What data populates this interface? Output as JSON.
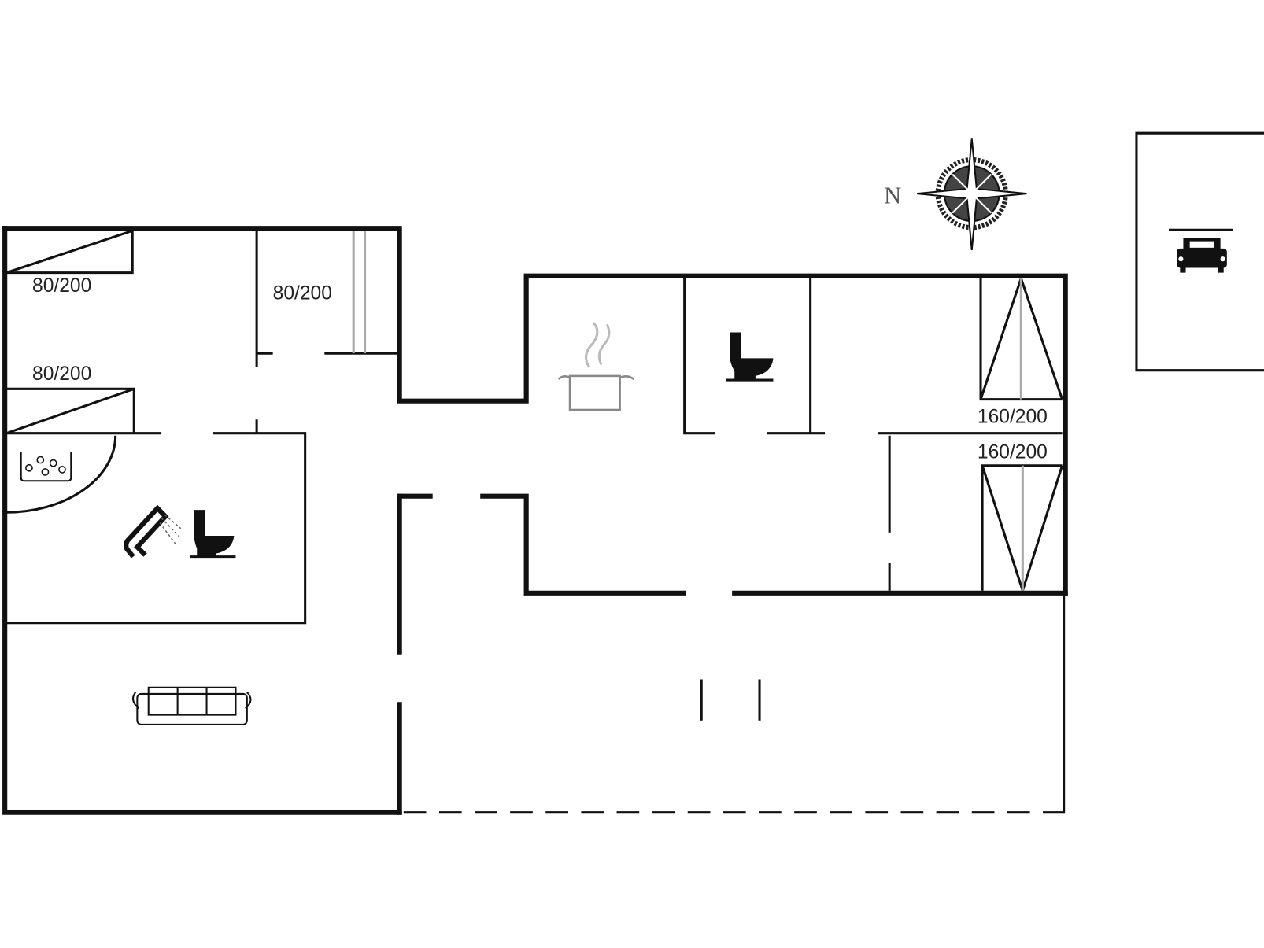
{
  "floor_plan": {
    "compass_label": "N",
    "beds": [
      {
        "label": "80/200"
      },
      {
        "label": "80/200"
      },
      {
        "label": "80/200"
      },
      {
        "label": "160/200"
      },
      {
        "label": "160/200"
      }
    ],
    "icons": [
      "compass-rose-icon",
      "car-icon",
      "bathtub-icon",
      "shower-icon",
      "toilet-icon",
      "cooking-pot-icon",
      "sofa-icon"
    ],
    "colors": {
      "walls": "#111111",
      "background": "#ffffff",
      "secondary_lines": "#aaaaaa"
    }
  }
}
